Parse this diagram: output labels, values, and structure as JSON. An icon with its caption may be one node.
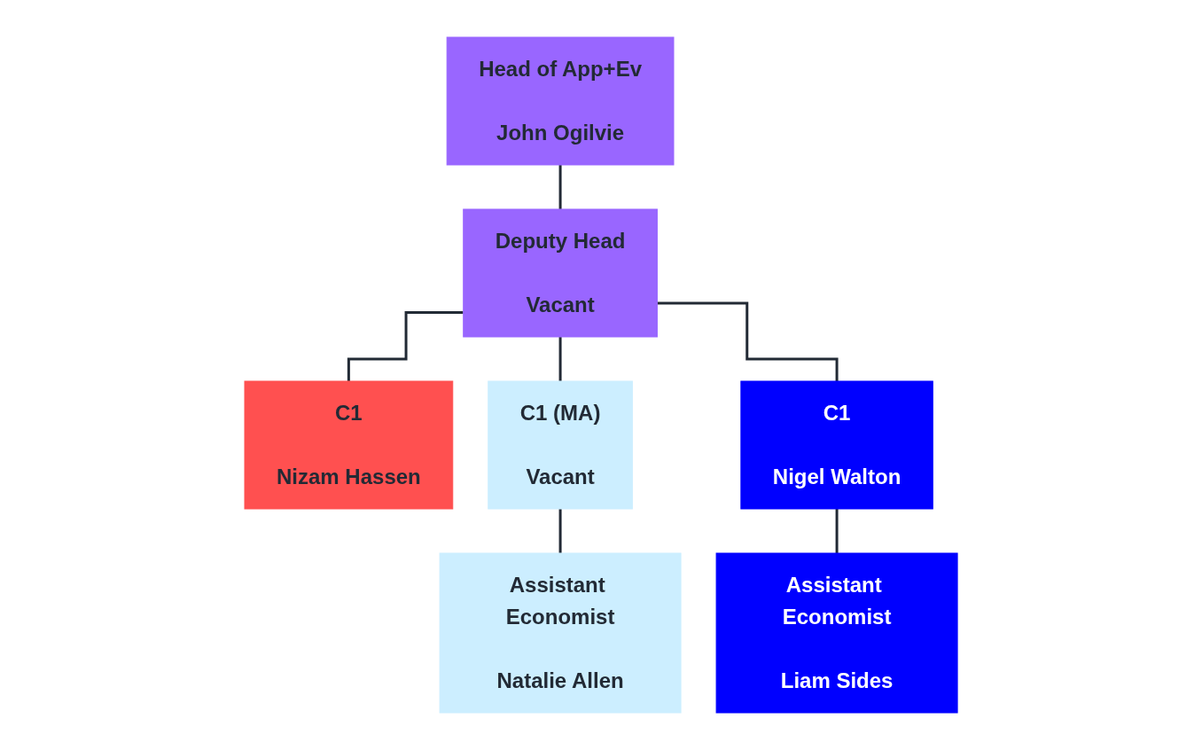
{
  "diagram": {
    "nodes": [
      {
        "text": [
          "Head of App+Ev",
          "John Ogilvie"
        ]
      },
      {
        "text": [
          "Deputy Head",
          "Vacant"
        ]
      },
      {
        "text": [
          "C1",
          "Nizam Hassen"
        ]
      },
      {
        "text": [
          "C1 (MA)",
          "Vacant"
        ]
      },
      {
        "text": [
          "C1",
          "Nigel Walton"
        ]
      },
      {
        "text": [
          "Assistant Economist",
          "Natalie Allen"
        ]
      },
      {
        "text": [
          "Assistant Economist",
          "Liam Sides"
        ]
      }
    ],
    "edges": [
      {
        "from": 0,
        "to": 1,
        "arrow": "none"
      },
      {
        "from": 1,
        "to": 2,
        "arrow": "none"
      },
      {
        "from": 1,
        "to": 3,
        "arrow": "none"
      },
      {
        "from": 1,
        "to": 4,
        "arrow": "none"
      },
      {
        "from": 3,
        "to": 5,
        "arrow": "none"
      },
      {
        "from": 4,
        "to": 6,
        "arrow": "none"
      }
    ]
  }
}
